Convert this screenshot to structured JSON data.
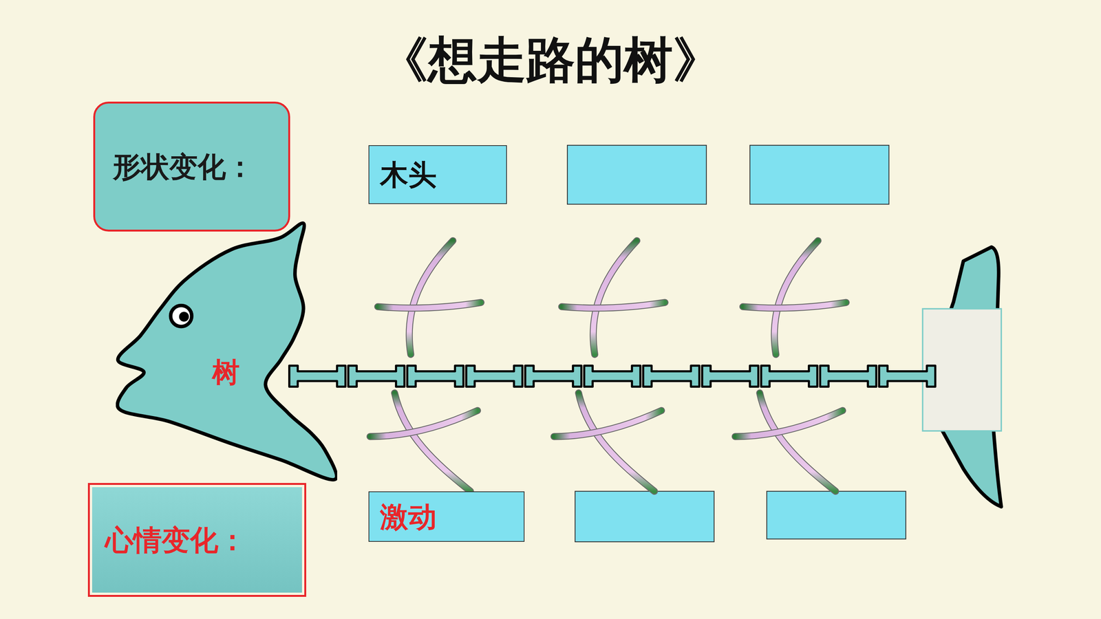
{
  "diagram": {
    "title": "《想走路的树》",
    "nodes": [
      {
        "text": [
          "形状变化："
        ]
      },
      {
        "text": [
          "木头"
        ]
      },
      {
        "text": [
          "树"
        ]
      },
      {
        "text": [
          "心情变化："
        ]
      },
      {
        "text": [
          "激动"
        ]
      }
    ]
  }
}
